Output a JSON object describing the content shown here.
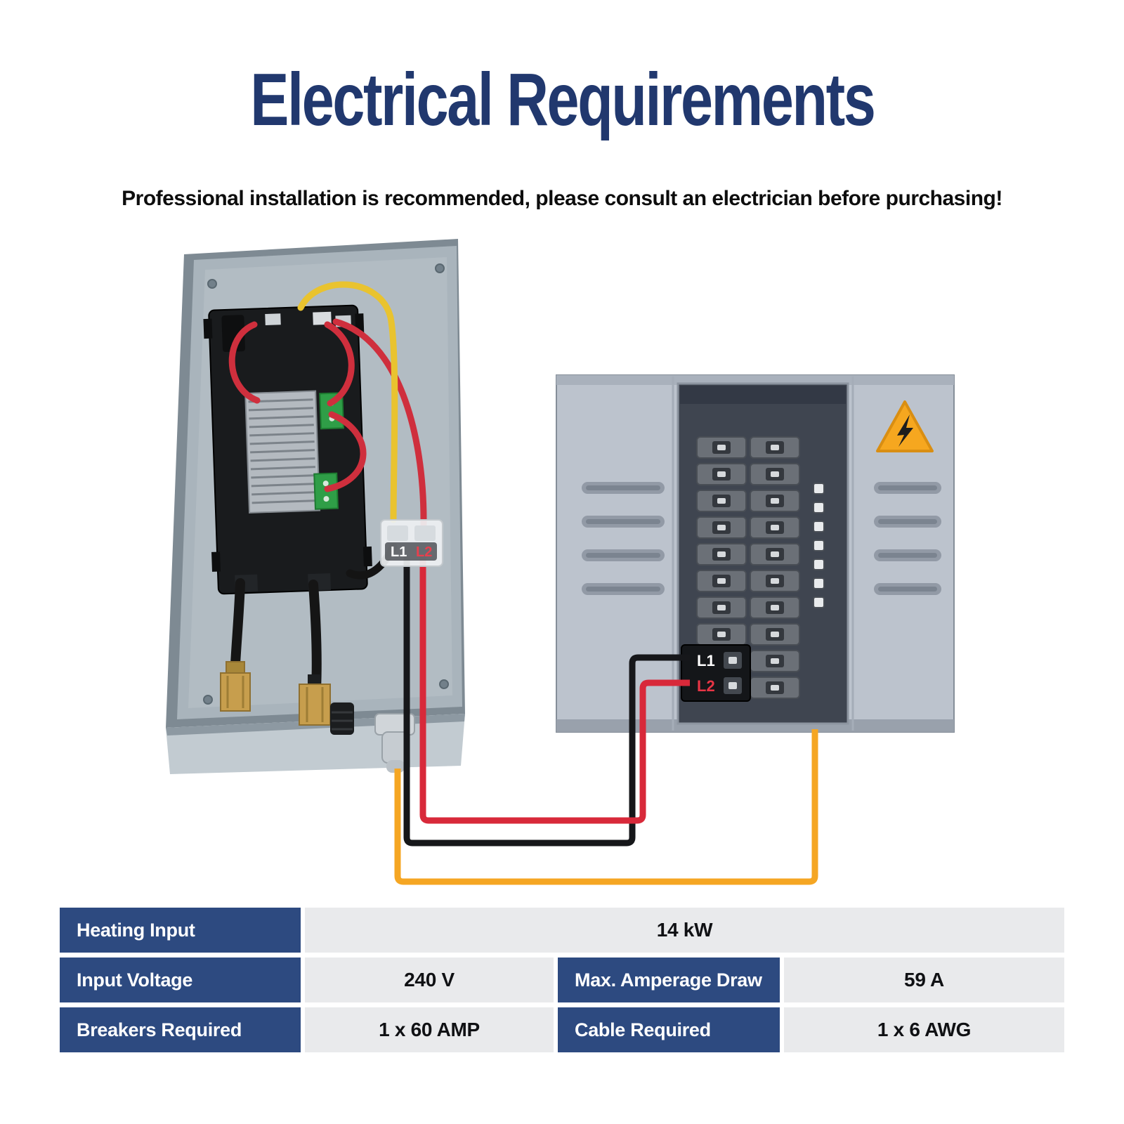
{
  "title": "Electrical Requirements",
  "subtitle": "Professional installation is recommended, please consult an electrician before purchasing!",
  "diagram": {
    "heater": {
      "terminal_l1": "L1",
      "terminal_l2": "L2"
    },
    "panel": {
      "breaker_l1": "L1",
      "breaker_l2": "L2",
      "warning_icon": "high-voltage-warning-icon"
    },
    "wires": {
      "l1": {
        "label": "L1",
        "color": "#16171a"
      },
      "l2": {
        "label": "L2",
        "color": "#d8293a"
      },
      "ground": {
        "color": "#f5a623"
      }
    }
  },
  "colors": {
    "title_navy": "#21386e",
    "table_header_bg": "#2d4a80",
    "table_value_bg": "#e9eaec",
    "panel_gray": "#bcc3cd",
    "warning_orange": "#f6a71f"
  },
  "table": {
    "rows": [
      {
        "label1": "Heating Input",
        "value1": "14 kW"
      },
      {
        "label1": "Input Voltage",
        "value1": "240 V",
        "label2": "Max. Amperage Draw",
        "value2": "59 A"
      },
      {
        "label1": "Breakers Required",
        "value1": "1 x 60 AMP",
        "label2": "Cable Required",
        "value2": "1 x 6 AWG"
      }
    ]
  }
}
